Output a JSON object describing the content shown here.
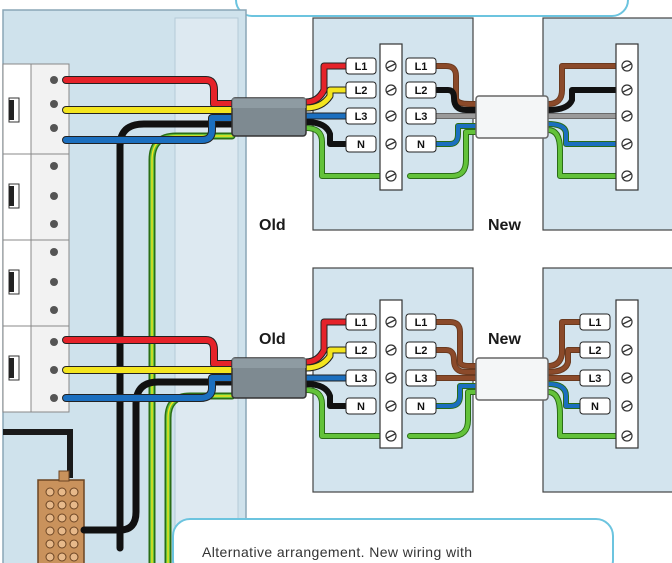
{
  "labels": {
    "old_top": "Old",
    "new_top": "New",
    "old_bottom": "Old",
    "new_bottom": "New"
  },
  "terminal_tags": {
    "L1": "L1",
    "L2": "L2",
    "L3": "L3",
    "N": "N"
  },
  "caption": "Alternative arrangement. New wiring with",
  "colors": {
    "live_red": "#e52229",
    "live_yellow": "#f3e51f",
    "live_blue": "#1b6fbf",
    "earth_green": "#63c23a",
    "brown": "#8b4a2a",
    "black": "#1a1a1a",
    "grey": "#9a9a9a",
    "enclosure_fill": "#cfe2ec",
    "panel_fill": "#d3e4ee",
    "callout_border": "#6cc4df"
  }
}
